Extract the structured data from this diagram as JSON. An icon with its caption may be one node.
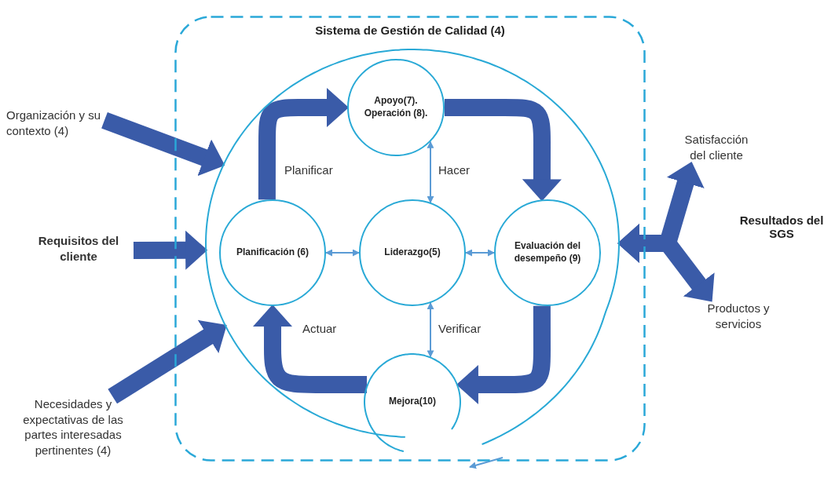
{
  "diagram": {
    "nodes": [
      {
        "text": [
          "Sistema de Gestión de Calidad (4)"
        ]
      },
      {
        "text": [],
        "shape": "circle",
        "in": 0
      },
      {
        "text": [
          "Apoyo(7). Operación (8)."
        ],
        "in": 1
      },
      {
        "text": [
          "Planificación (6)"
        ],
        "in": 1
      },
      {
        "text": [
          "Liderazgo(5)"
        ],
        "in": 1
      },
      {
        "text": [
          "Evaluación del desempeño (9)"
        ],
        "in": 1
      },
      {
        "text": [
          "Mejora(10)"
        ],
        "in": 1
      },
      {
        "text": [
          "Organización y su contexto (4)"
        ]
      },
      {
        "text": [
          "Requisitos del cliente"
        ]
      },
      {
        "text": [
          "Necesidades y expectativas de las partes interesadas pertinentes (4)"
        ]
      },
      {
        "text": [
          "Satisfacción del cliente"
        ]
      },
      {
        "text": [
          "Productos y servicios"
        ]
      }
    ],
    "edges": [
      {
        "from": 7,
        "to": 1,
        "arrow": "to"
      },
      {
        "from": 8,
        "to": 1,
        "arrow": "to"
      },
      {
        "from": 9,
        "to": 1,
        "arrow": "to"
      },
      {
        "from": 3,
        "to": 2,
        "arrow": "to"
      },
      {
        "from": 2,
        "to": 5,
        "arrow": "to"
      },
      {
        "from": 5,
        "to": 6,
        "arrow": "to"
      },
      {
        "from": 6,
        "to": 3,
        "arrow": "to"
      },
      {
        "from": 2,
        "to": 4,
        "arrow": "both",
        "color": "#5b9bd5"
      },
      {
        "from": 3,
        "to": 4,
        "arrow": "both",
        "color": "#5b9bd5"
      },
      {
        "from": 4,
        "to": 5,
        "arrow": "both",
        "color": "#5b9bd5"
      },
      {
        "from": 4,
        "to": 6,
        "arrow": "both",
        "color": "#5b9bd5"
      },
      {
        "from": 1,
        "to": 10,
        "arrow": "both"
      },
      {
        "from": 1,
        "to": 11,
        "arrow": "both"
      }
    ],
    "labels": [
      "Planificar",
      "Hacer",
      "Actuar",
      "Verificar",
      "Resultados del SGS"
    ]
  }
}
